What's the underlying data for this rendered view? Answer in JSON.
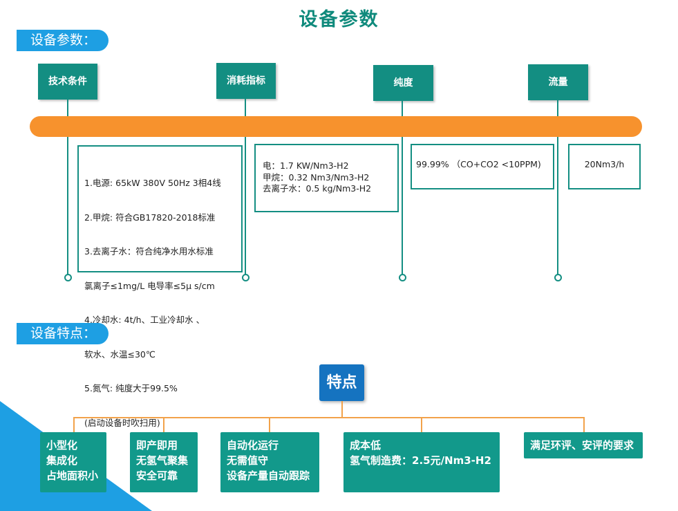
{
  "title": "设备参数",
  "sections": {
    "params_label": "设备参数：",
    "features_label": "设备特点："
  },
  "timeline": {
    "tags": [
      "技术条件",
      "消耗指标",
      "纯度",
      "流量"
    ],
    "tech": [
      "1.电源:      65kW 380V 50Hz 3相4线",
      "2.甲烷:      符合GB17820-2018标准",
      "3.去离子水：符合纯净水用水标准",
      "      氯离子≤1mg/L 电导率≤5μ s/cm",
      "4.冷却水:    4t/h、工业冷却水 、",
      "                  软水、水温≤30℃",
      "5.氮气:       纯度大于99.5%",
      "                  (启动设备时吹扫用)"
    ],
    "consumption": [
      "电：1.7   KW/Nm3-H2",
      "甲烷：0.32  Nm3/Nm3-H2",
      "去离子水：0.5   kg/Nm3-H2"
    ],
    "purity": "99.99%  （CO+CO2 <10PPM)",
    "flow": "20Nm3/h"
  },
  "features": {
    "center": "特点",
    "items": [
      [
        "小型化",
        "集成化",
        "占地面积小"
      ],
      [
        "即产即用",
        "无氢气聚集",
        "安全可靠"
      ],
      [
        "自动化运行",
        "无需值守",
        "设备产量自动跟踪"
      ],
      [
        "成本低",
        "氢气制造费：2.5元/Nm3-H2"
      ],
      [
        "满足环评、安评的要求"
      ]
    ]
  },
  "colors": {
    "teal": "#138e82",
    "orange": "#f7922d",
    "blue": "#1e9fe3",
    "center_blue": "#1573c0"
  }
}
